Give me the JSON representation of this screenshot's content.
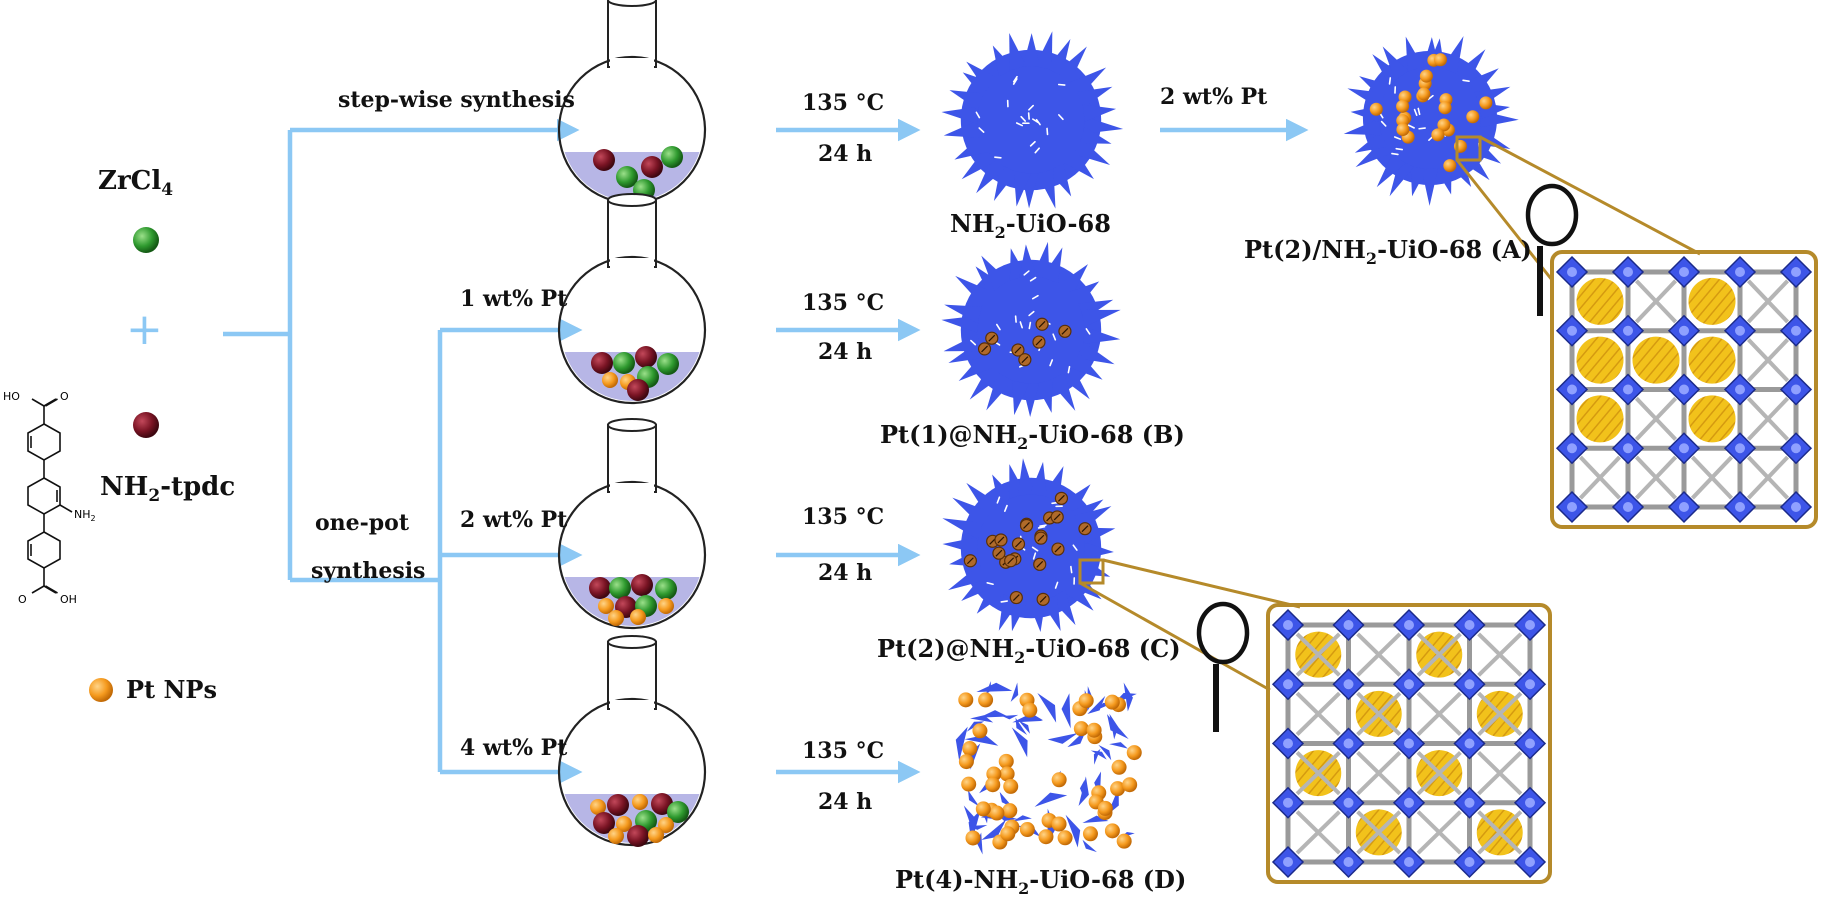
{
  "reagents": {
    "zrcl4": "ZrCl",
    "zrcl4_sub": "4",
    "plus": "+",
    "linker_pre": "NH",
    "linker_sub": "2",
    "linker_post": "-tpdc",
    "pt_nps": "Pt NPs",
    "struct_ho": "HO",
    "struct_oh": "OH",
    "struct_nh2": "NH",
    "struct_nh2_sub": "2",
    "struct_o": "O"
  },
  "routes": {
    "stepwise": "step-wise synthesis",
    "onepot_line1": "one-pot",
    "onepot_line2": "synthesis",
    "load_b": "1 wt% Pt",
    "load_c": "2 wt% Pt",
    "load_d": "4 wt% Pt",
    "load_a": "2 wt% Pt"
  },
  "conditions": {
    "temp": "135 °C",
    "time": "24 h"
  },
  "products": {
    "base": {
      "pre": "NH",
      "sub": "2",
      "post": "-UiO-68"
    },
    "a": {
      "pre": "Pt(2)/NH",
      "sub": "2",
      "post": "-UiO-68 (A)"
    },
    "b": {
      "pre": "Pt(1)@NH",
      "sub": "2",
      "post": "-UiO-68 (B)"
    },
    "c": {
      "pre": "Pt(2)@NH",
      "sub": "2",
      "post": "-UiO-68 (C)"
    },
    "d": {
      "pre": "Pt(4)-NH",
      "sub": "2",
      "post": "-UiO-68 (D)"
    }
  },
  "colors": {
    "arrow": "#8cc8f4",
    "mof": "#3d55e8",
    "pt": "#f59a1e",
    "zr": "#2e9a2e",
    "linker": "#7a1424",
    "solution": "#b7b6e6",
    "frame": "#b58a2a",
    "pore": "#f2c21b"
  }
}
